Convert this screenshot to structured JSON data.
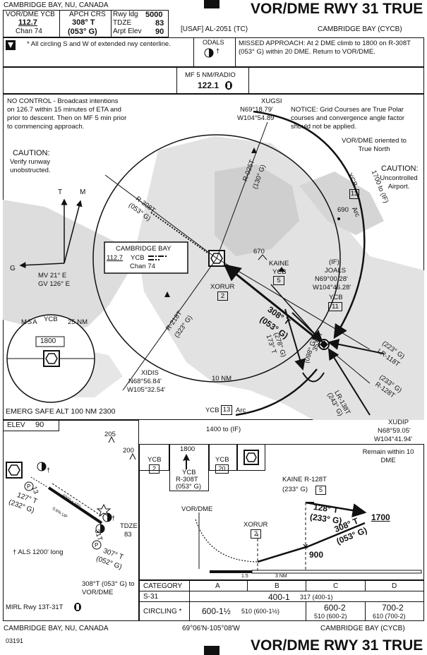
{
  "header": {
    "location": "CAMBRIDGE BAY, NU, CANADA",
    "procedure_title": "VOR/DME RWY 31 TRUE",
    "navaid_label": "VOR/DME  YCB",
    "navaid_freq": "112.7",
    "navaid_chan": "Chan 74",
    "apch_crs_label": "APCH CRS",
    "apch_crs_true": "308° T",
    "apch_crs_grid": "(053° G)",
    "rwy_ldg_label": "Rwy ldg",
    "rwy_ldg_value": "5000",
    "tdze_label": "TDZE",
    "tdze_value": "83",
    "arpt_elev_label": "Arpt Elev",
    "arpt_elev_value": "90",
    "usaf_ref": "[USAF]  AL-2051  (TC)",
    "airport_ident": "CAMBRIDGE BAY    (CYCB)"
  },
  "notes": {
    "circling_note": "* All circling S and W of extended rwy centerline.",
    "odals_label": "ODALS",
    "missed_approach": "MISSED APPROACH: At 2 DME climb to 1800 on R-308T (053° G) within 20 DME.  Return to VOR/DME.",
    "mf_label": "MF 5 NM/RADIO",
    "mf_freq": "122.1",
    "no_control": "NO CONTROL - Broadcast intentions on 126.7 within 15 minutes of ETA and prior to descent. Then on MF 5 min prior to commencing approach.",
    "caution_left_title": "CAUTION:",
    "caution_left_body": "Verify runway unobstructed.",
    "notice": "NOTICE: Grid Courses are True Polar courses and convergence angle factor should not be applied.",
    "vor_oriented": "VOR/DME oriented to True North",
    "caution_right_title": "CAUTION:",
    "caution_right_body": "Uncontrolled Airport."
  },
  "plan_view": {
    "variation_t": "T",
    "variation_m": "M",
    "variation_g": "G",
    "mv": "MV 21° E",
    "gv": "GV 126° E",
    "xugsi_name": "XUGSI",
    "xugsi_lat": "N69°18.79'",
    "xugsi_lon": "W104°54.89'",
    "r025t": "R-025T",
    "r025t_grid": "(130° G)",
    "r308t": "R-308T",
    "r308t_grid": "(053° G)",
    "r218t": "R-218T",
    "r218t_grid": "(323° G)",
    "vor_box_name": "CAMBRIDGE BAY",
    "vor_box_freq": "112.7",
    "vor_box_id": "YCB",
    "vor_box_chan": "Chan 74",
    "obst_670": "670",
    "obst_690": "690",
    "kaine_name": "KAINE",
    "kaine_ycb": "YCB",
    "kaine_dme": "5",
    "if_label": "(IF)",
    "joals_name": "JOALS",
    "joals_lat": "N69°00.28'",
    "joals_lon": "W104°46.28'",
    "joals_ycb": "YCB",
    "joals_dme": "11",
    "xorur_name": "XORUR",
    "xorur_dme": "2",
    "final_crs_true": "308° T",
    "final_crs_grid": "(053° G)",
    "crs_173": "173° T",
    "crs_173_grid": "(278° G)",
    "crs_353": "353° T",
    "crs_353_grid": "(098° G)",
    "arc13_upper_ycb": "YCB",
    "arc13_upper_dme": "13",
    "arc13_upper_label": "Arc",
    "arc_1700": "1700 to (IF)",
    "lr118t": "LR-118T",
    "lr118t_grid": "(223° G)",
    "r128t": "R-128T",
    "r128t_grid": "(233° G)",
    "lr138t": "LR-138T",
    "lr138t_grid": "(243° G)",
    "xudip_name": "XUDIP",
    "xudip_lat": "N68°59.05'",
    "xudip_lon": "W104°41.94'",
    "xidis_name": "XIDIS",
    "xidis_lat": "N68°56.84'",
    "xidis_lon": "W105°32.54'",
    "ten_nm": "10 NM",
    "arc13_lower_ycb": "YCB",
    "arc13_lower_dme": "13",
    "arc13_lower_label": "Arc",
    "arc_1400": "1400 to (IF)",
    "msa_label": "MSA",
    "msa_ycb": "YCB",
    "msa_radius": "25 NM",
    "msa_alt": "1800",
    "emerg_safe_alt": "EMERG SAFE ALT 100 NM 2300"
  },
  "airport_diagram": {
    "elev_label": "ELEV",
    "elev_value": "90",
    "obst_205": "205",
    "obst_200": "200",
    "rwy13_label": "13",
    "rwy13_crs_true": "127° T",
    "rwy13_crs_grid": "(232° G)",
    "rwy_dims": "5000 x 150",
    "rwy_grad": "0.6% UP",
    "tdze_label": "TDZE",
    "tdze_value": "83",
    "rwy31_label": "31T",
    "rwy31_crs_true": "307° T",
    "rwy31_crs_grid": "(052° G)",
    "als_note": "† ALS 1200' long",
    "to_vor": "308°T (053° G) to VOR/DME",
    "mirl": "MIRL Rwy 13T-31T"
  },
  "profile": {
    "icon1_ycb": "YCB",
    "icon1_dme": "2",
    "climb_alt": "1800",
    "climb_ycb": "YCB",
    "climb_radial": "R-308T",
    "climb_grid": "(053° G)",
    "icon3_ycb": "YCB",
    "icon3_dme": "20",
    "remain_within": "Remain within 10 DME",
    "kaine_radial": "KAINE R-128T",
    "kaine_grid": "(233° G)",
    "kaine_dme": "5",
    "crs_128": "128° T",
    "crs_128_grid": "(233° G)",
    "alt_1700": "1700",
    "vor_dme_label": "VOR/DME",
    "xorur_name": "XORUR",
    "xorur_dme": "2",
    "crs_308": "308° T",
    "crs_308_grid": "(053° G)",
    "alt_900": "900",
    "dist_1_5": "1.5",
    "dist_3nm": "3 NM"
  },
  "minimums": {
    "headers": [
      "CATEGORY",
      "A",
      "B",
      "C",
      "D"
    ],
    "s31_label": "S-31",
    "s31_value": "400-1",
    "s31_haa": "317  (400-1)",
    "circling_label": "CIRCLING *",
    "circ_ab_value": "600-1½",
    "circ_ab_haa": "510  (600-1½)",
    "circ_c_value": "600-2",
    "circ_c_haa": "510  (600-2)",
    "circ_d_value": "700-2",
    "circ_d_haa": "610  (700-2)"
  },
  "footer": {
    "location": "CAMBRIDGE BAY, NU, CANADA",
    "coords": "69°06'N-105°08'W",
    "airport_ident": "CAMBRIDGE BAY    (CYCB)",
    "date_code": "03191",
    "procedure_title": "VOR/DME RWY 31 TRUE"
  }
}
